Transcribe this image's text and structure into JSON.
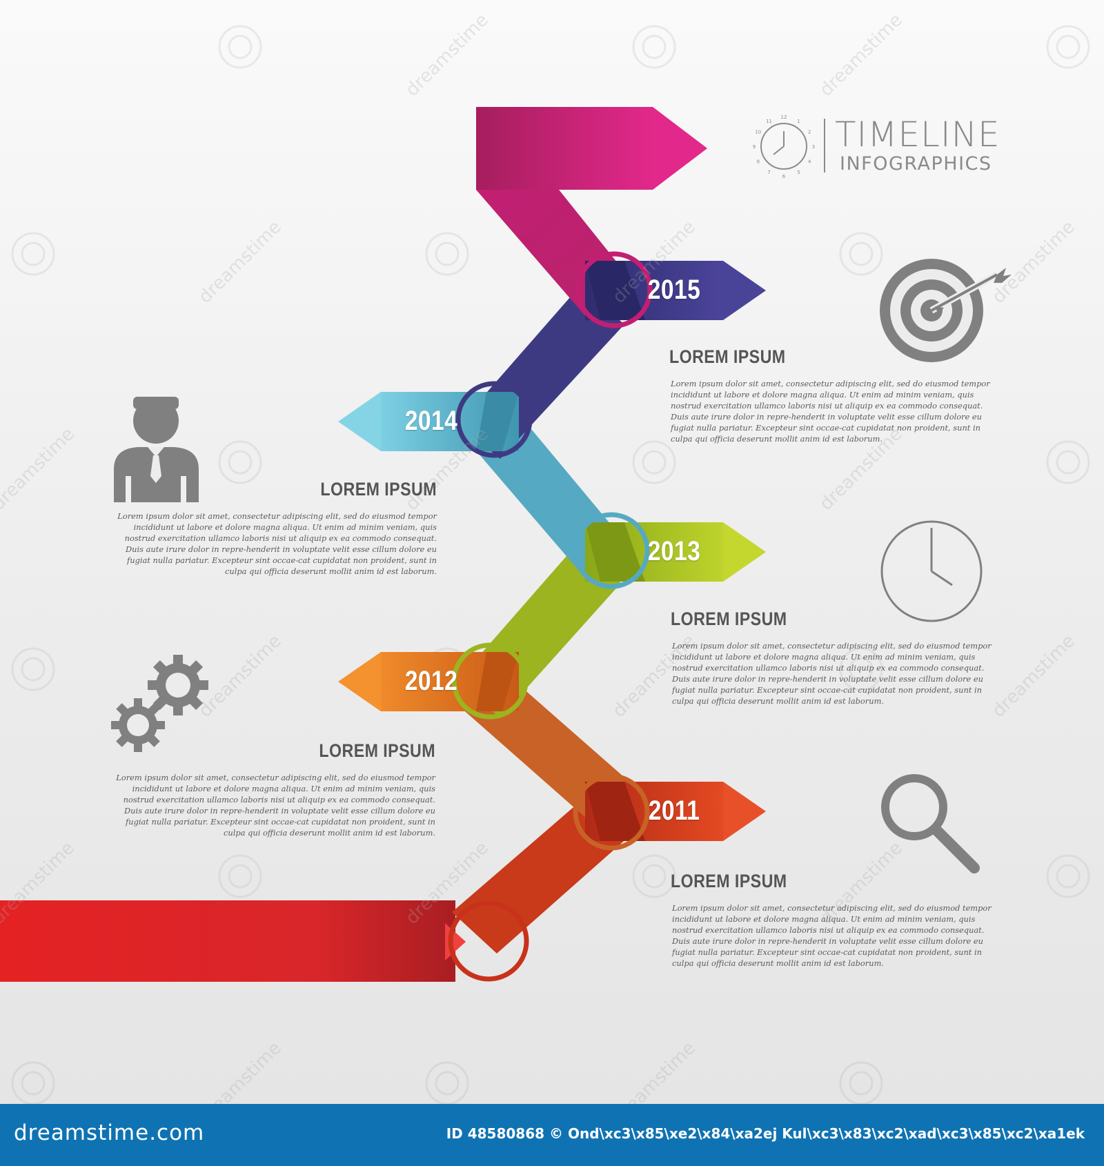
{
  "title": {
    "main": "TIMELINE",
    "sub": "INFOGRAPHICS",
    "icon": "clock-icon",
    "clock_numbers": [
      "12",
      "1",
      "2",
      "3",
      "4",
      "5",
      "6",
      "7",
      "8",
      "9",
      "10",
      "11"
    ]
  },
  "milestones": [
    {
      "year": "2015",
      "color": "#3f3b87",
      "heading": "LOREM IPSUM",
      "icon": "target-icon",
      "text": "Lorem ipsum dolor sit amet, consectetur adipiscing elit, sed do eiusmod tempor incididunt ut labore et dolore magna aliqua. Ut enim ad minim veniam, quis nostrud exercitation ullamco laboris nisi ut aliquip ex ea commodo consequat. Duis aute irure dolor in repre-henderit in voluptate velit esse cillum dolore eu fugiat nulla pariatur. Excepteur sint occae-cat cupidatat non proident, sunt in culpa qui officia deserunt mollit anim id est laborum."
    },
    {
      "year": "2014",
      "color": "#5ab7cf",
      "heading": "LOREM IPSUM",
      "icon": "person-icon",
      "text": "Lorem ipsum dolor sit amet, consectetur adipiscing elit, sed do eiusmod tempor incididunt ut labore et dolore magna aliqua. Ut enim ad minim veniam, quis nostrud exercitation ullamco laboris nisi ut aliquip ex ea commodo consequat. Duis aute irure dolor in repre-henderit in voluptate velit esse cillum dolore eu fugiat nulla pariatur. Excepteur sint occae-cat cupidatat non proident, sunt in culpa qui officia deserunt mollit anim id est laborum."
    },
    {
      "year": "2013",
      "color": "#a8c322",
      "heading": "LOREM IPSUM",
      "icon": "clock-icon",
      "text": "Lorem ipsum dolor sit amet, consectetur adipiscing elit, sed do eiusmod tempor incididunt ut labore et dolore magna aliqua. Ut enim ad minim veniam, quis nostrud exercitation ullamco laboris nisi ut aliquip ex ea commodo consequat. Duis aute irure dolor in repre-henderit in voluptate velit esse cillum dolore eu fugiat nulla pariatur. Excepteur sint occae-cat cupidatat non proident, sunt in culpa qui officia deserunt mollit anim id est laborum."
    },
    {
      "year": "2012",
      "color": "#e2731f",
      "heading": "LOREM IPSUM",
      "icon": "gears-icon",
      "text": "Lorem ipsum dolor sit amet, consectetur adipiscing elit, sed do eiusmod tempor incididunt ut labore et dolore magna aliqua. Ut enim ad minim veniam, quis nostrud exercitation ullamco laboris nisi ut aliquip ex ea commodo consequat. Duis aute irure dolor in repre-henderit in voluptate velit esse cillum dolore eu fugiat nulla pariatur. Excepteur sint occae-cat cupidatat non proident, sunt in culpa qui officia deserunt mollit anim id est laborum."
    },
    {
      "year": "2011",
      "color": "#d8401f",
      "heading": "LOREM IPSUM",
      "icon": "magnifier-icon",
      "text": "Lorem ipsum dolor sit amet, consectetur adipiscing elit, sed do eiusmod tempor incididunt ut labore et dolore magna aliqua. Ut enim ad minim veniam, quis nostrud exercitation ullamco laboris nisi ut aliquip ex ea commodo consequat. Duis aute irure dolor in repre-henderit in voluptate velit esse cillum dolore eu fugiat nulla pariatur. Excepteur sint occae-cat cupidatat non proident, sunt in culpa qui officia deserunt mollit anim id est laborum."
    }
  ],
  "colors": {
    "top_ribbon": "#d8257c",
    "bottom_ribbon": "#d92a2a",
    "icon_gray": "#808080",
    "footer_bg": "#0f73b3"
  },
  "watermark": {
    "text": "dreamstime",
    "footer_logo": "dreamstime.com",
    "footer_id": "ID 48580868 © Ond\\xc3\\x85\\xe2\\x84\\xa2ej Kul\\xc3\\x83\\xc2\\xad\\xc3\\x85\\xc2\\xa1ek"
  }
}
